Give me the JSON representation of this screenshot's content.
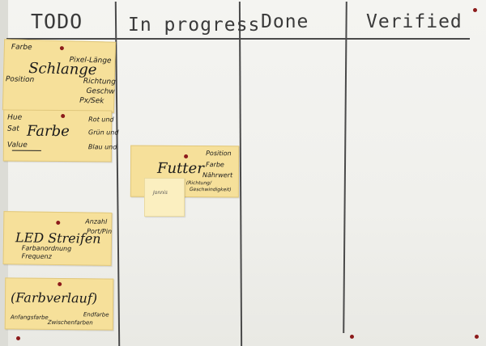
{
  "columns": {
    "todo": "TODO",
    "in_progress": "In progress",
    "done": "Done",
    "verified": "Verified"
  },
  "notes": {
    "schlange": {
      "title": "Schlange",
      "farbe": "Farbe",
      "pixel_laenge": "Pixel-Länge",
      "position": "Position",
      "richtung": "Richtung",
      "geschw": "Geschw",
      "px_sek": "Px/Sek"
    },
    "farbe": {
      "title": "Farbe",
      "hue": "Hue",
      "sat": "Sat",
      "value": "Value",
      "rot_und": "Rot und",
      "gruen_und": "Grün und",
      "blau_und": "Blau und"
    },
    "led": {
      "title": "LED Streifen",
      "anzahl": "Anzahl",
      "port_pin": "Port/Pin",
      "farbanordnung": "Farbanordnung",
      "frequenz": "Frequenz"
    },
    "farbverlauf": {
      "title": "(Farbverlauf)",
      "anfangsfarbe": "Anfangsfarbe",
      "endfarbe": "Endfarbe",
      "zwischenfarben": "Zwischenfarben"
    },
    "futter": {
      "title": "Futter",
      "position": "Position",
      "farbe": "Farbe",
      "naehrwert": "Nährwert",
      "richtung": "(Richtung/",
      "geschw": "Geschwindigkeit)",
      "initials": "Jonnis"
    }
  }
}
